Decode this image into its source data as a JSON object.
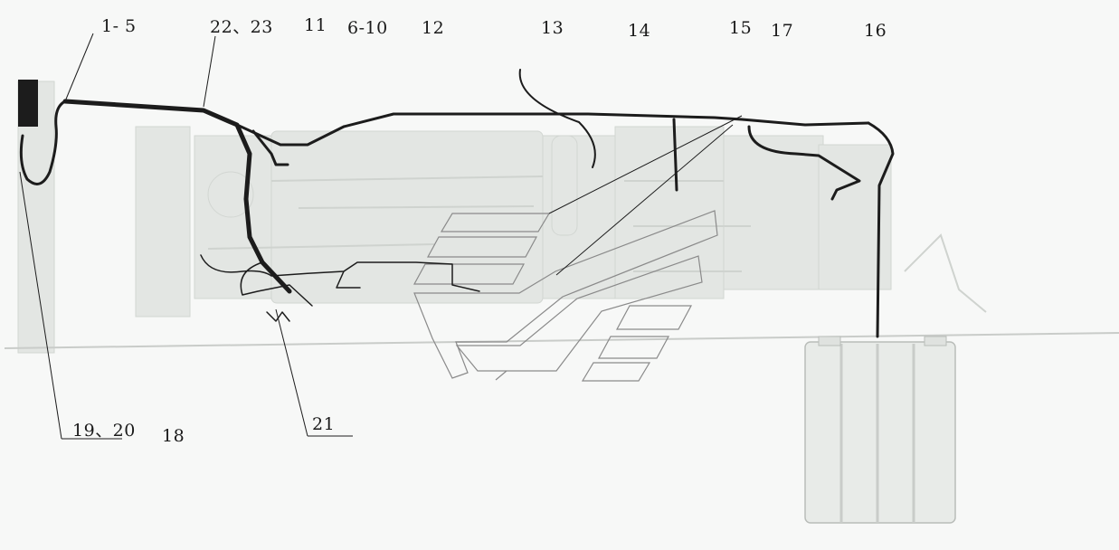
{
  "callouts": {
    "c1": "1- 5",
    "c2": "22、23",
    "c3": "11",
    "c4": "6-10",
    "c5": "12",
    "c6": "13",
    "c7": "14",
    "c8": "15",
    "c9": "17",
    "c10": "16",
    "c11": "19、20",
    "c12": "18",
    "c13": "21"
  },
  "colors": {
    "harness": "#1c1c1c",
    "engine_ghost": "#dfe2df",
    "outline": "#8a8a8a",
    "background": "#f7f8f7"
  }
}
